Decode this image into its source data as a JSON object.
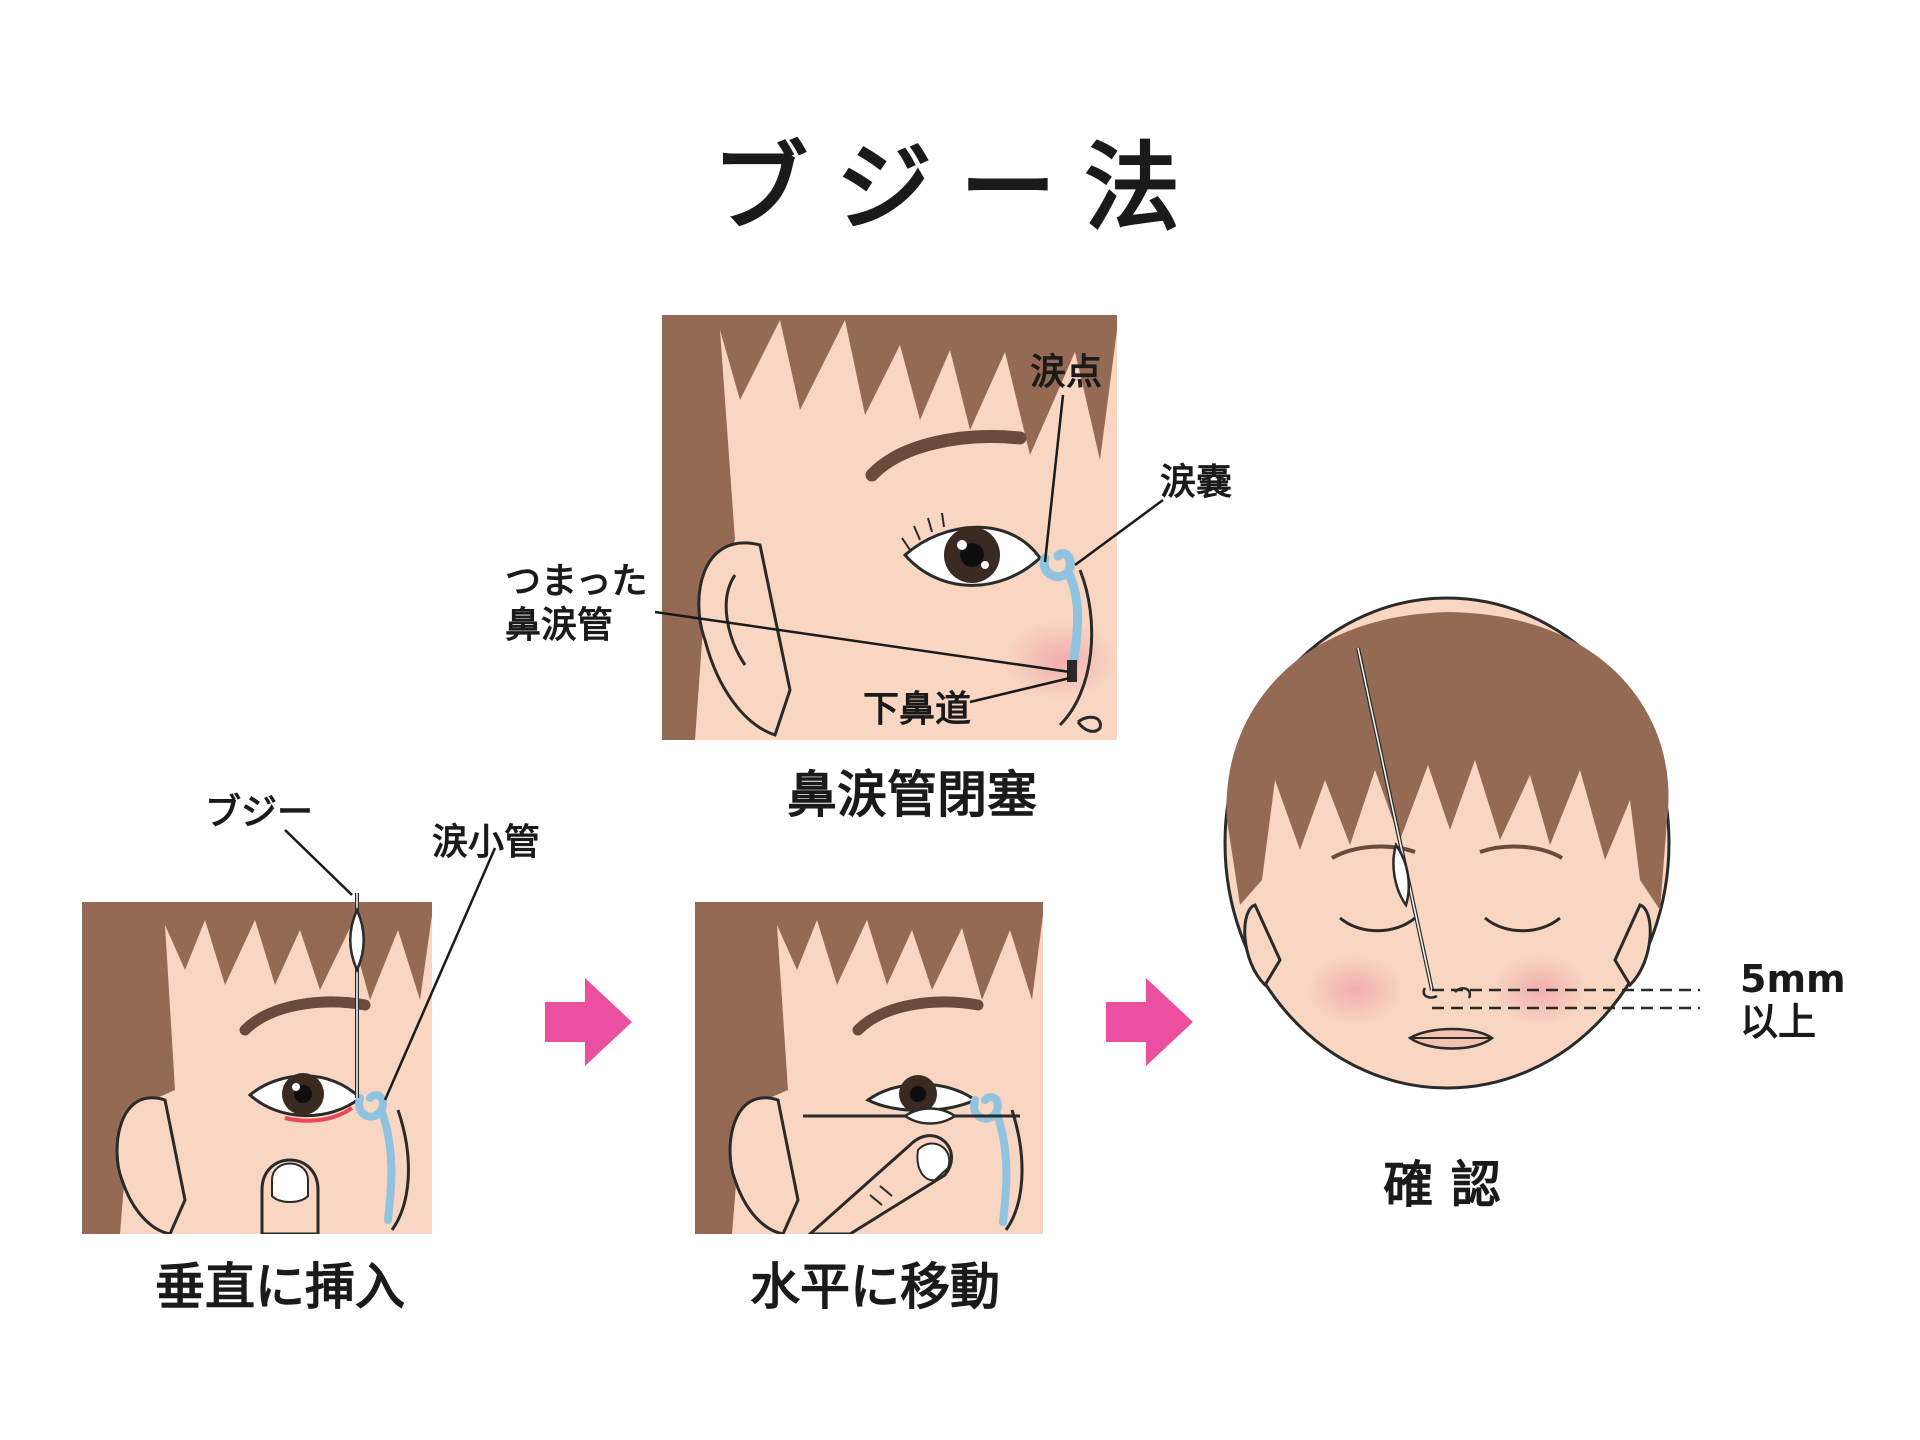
{
  "title": "ブジー法",
  "panels": {
    "top": {
      "caption": "鼻涙管閉塞",
      "labels": {
        "punctum": "涙点",
        "sac": "涙嚢",
        "blocked_duct_line1": "つまった",
        "blocked_duct_line2": "鼻涙管",
        "inferior_meatus": "下鼻道"
      }
    },
    "step1": {
      "caption": "垂直に挿入",
      "labels": {
        "bougie": "ブジー",
        "canaliculus": "涙小管"
      }
    },
    "step2": {
      "caption": "水平に移動"
    },
    "step3": {
      "caption": "確 認",
      "labels": {
        "depth_line1": "5mm",
        "depth_line2": "以上"
      }
    }
  },
  "colors": {
    "hair": "#946a54",
    "skin": "#f8d6c2",
    "skin_shadow": "#f2b9a6",
    "arrow": "#ec4fa0",
    "duct": "#8fc3e0",
    "outline": "#2a2a2a"
  }
}
